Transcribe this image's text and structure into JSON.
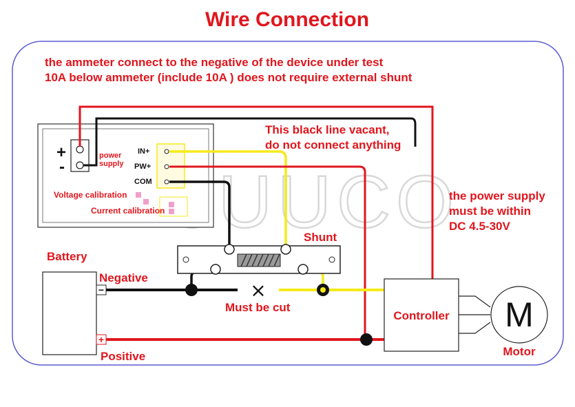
{
  "title": "Wire Connection",
  "notes": {
    "line1": "the ammeter connect to the negative of the device under test",
    "line2": "10A below ammeter (include 10A ) does not require external shunt",
    "vacant1": "This black line vacant,",
    "vacant2": "do not connect anything",
    "supply1": "the power supply",
    "supply2": "must be within",
    "supply3": "DC 4.5-30V"
  },
  "meter": {
    "plus": "+",
    "minus": "-",
    "power1": "power",
    "power2": "supply",
    "in_plus": "IN+",
    "pw_plus": "PW+",
    "com": "COM",
    "voltage_cal": "Voltage calibration",
    "current_cal": "Current calibration"
  },
  "components": {
    "shunt": "Shunt",
    "battery": "Battery",
    "negative": "Negative",
    "positive": "Positive",
    "neg_sign": "−",
    "pos_sign": "+",
    "cut": "Must be cut",
    "cut_mark": "×",
    "controller": "Controller",
    "motor_letter": "M",
    "motor": "Motor"
  },
  "watermark": "JUUCO",
  "colors": {
    "red_wire": "#e0161d",
    "yellow_wire": "#f5ea1a",
    "black_wire": "#111111",
    "border": "#5a5ad2"
  }
}
